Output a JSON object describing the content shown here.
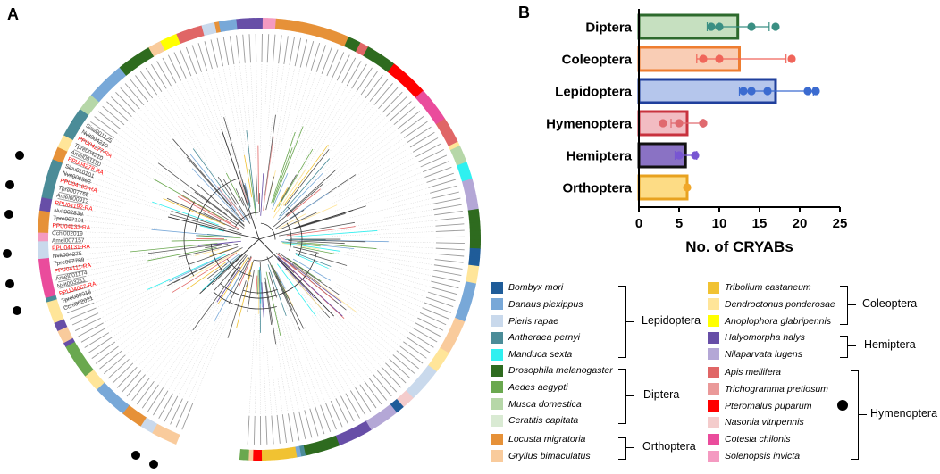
{
  "panel_a": {
    "letter": "A"
  },
  "panel_b": {
    "letter": "B"
  },
  "chart_data": [
    {
      "type": "bar",
      "orientation": "horizontal",
      "categories": [
        "Diptera",
        "Coleoptera",
        "Lepidoptera",
        "Hymenoptera",
        "Hemiptera",
        "Orthoptera"
      ],
      "values": [
        12.3,
        12.5,
        17.0,
        6.0,
        5.8,
        6.0
      ],
      "error_upper": [
        16.2,
        18.3,
        21.7,
        8.0,
        7.2,
        6.0
      ],
      "error_lower": [
        8.5,
        7.2,
        12.5,
        4.0,
        4.5,
        6.0
      ],
      "points": [
        [
          9,
          10,
          14,
          17
        ],
        [
          8,
          10,
          19
        ],
        [
          13,
          14,
          16,
          21,
          22
        ],
        [
          3,
          5,
          8,
          8
        ],
        [
          5,
          7
        ],
        [
          6
        ]
      ],
      "colors": [
        "#2d6a2d",
        "#ee7d30",
        "#1f3f9c",
        "#c8323e",
        "#111111",
        "#e8a21f"
      ],
      "fill_colors": [
        "#c6e0c0",
        "#f9cdb5",
        "#b5c6ec",
        "#f2bcc2",
        "#8a72c4",
        "#fddc85"
      ],
      "point_colors": [
        "#3a8f83",
        "#f0655a",
        "#3b6bd0",
        "#e06a6f",
        "#7856d2",
        "#f0a72a"
      ],
      "xlabel": "No. of CRYABs",
      "xlim": [
        0,
        25
      ],
      "xticks": [
        "0",
        "5",
        "10",
        "15",
        "20",
        "25"
      ],
      "grid": false
    }
  ],
  "legend": {
    "groups": [
      {
        "order": "Lepidoptera",
        "items": [
          {
            "name": "Bombyx mori",
            "color": "#1f5c99"
          },
          {
            "name": "Danaus plexippus",
            "color": "#78a8d8"
          },
          {
            "name": "Pieris rapae",
            "color": "#c9d9ec"
          },
          {
            "name": "Antheraea pernyi",
            "color": "#4b8c98"
          },
          {
            "name": "Manduca sexta",
            "color": "#2ff0f0"
          }
        ]
      },
      {
        "order": "Diptera",
        "items": [
          {
            "name": "Drosophila melanogaster",
            "color": "#2e6b1f"
          },
          {
            "name": "Aedes aegypti",
            "color": "#6aa84f"
          },
          {
            "name": "Musca domestica",
            "color": "#b6d7a8"
          },
          {
            "name": "Ceratitis capitata",
            "color": "#d9ead3"
          }
        ]
      },
      {
        "order": "Orthoptera",
        "items": [
          {
            "name": "Locusta migratoria",
            "color": "#e69138"
          },
          {
            "name": "Gryllus bimaculatus",
            "color": "#f9cb9c"
          }
        ]
      },
      {
        "order": "Coleoptera",
        "items": [
          {
            "name": "Tribolium castaneum",
            "color": "#f1c232"
          },
          {
            "name": "Dendroctonus ponderosae",
            "color": "#ffe599"
          },
          {
            "name": "Anoplophora glabripennis",
            "color": "#ffff00"
          }
        ]
      },
      {
        "order": "Hemiptera",
        "items": [
          {
            "name": "Halyomorpha halys",
            "color": "#674ea7"
          },
          {
            "name": "Nilaparvata lugens",
            "color": "#b4a7d6"
          }
        ]
      },
      {
        "order": "Hymenoptera",
        "items": [
          {
            "name": "Apis mellifera",
            "color": "#e06666"
          },
          {
            "name": "Trichogramma pretiosum",
            "color": "#ea9999"
          },
          {
            "name": "Pteromalus puparum",
            "color": "#ff0000"
          },
          {
            "name": "Nasonia vitripennis",
            "color": "#f4cccc"
          },
          {
            "name": "Cotesia chilonis",
            "color": "#ea4c9c"
          },
          {
            "name": "Solenopsis invicta",
            "color": "#f49ac1"
          }
        ]
      }
    ]
  },
  "tree": {
    "highlight_color": "#ff0000",
    "highlighted_labels": [
      "PPU04067-RA",
      "PPU04111-RA",
      "PPU04131-RA",
      "PPU04133-RA",
      "PPU04192-RA",
      "PPU04195-RA",
      "PPU04278-RA",
      "PPU04277-RA"
    ],
    "leaf_labels": [
      "Cchi002021",
      "Tpre009016",
      "Nvit003211",
      "Amel001174",
      "Tpre007789",
      "Nvit004275",
      "Amel007157",
      "Cchi002019",
      "Tpre007131",
      "Nvit002839",
      "Amel000912",
      "Tpre007765",
      "Nvit000562",
      "Sinv010101",
      "Amel001130",
      "Tpre004210",
      "Nvit004210",
      "Sinv001125"
    ]
  }
}
